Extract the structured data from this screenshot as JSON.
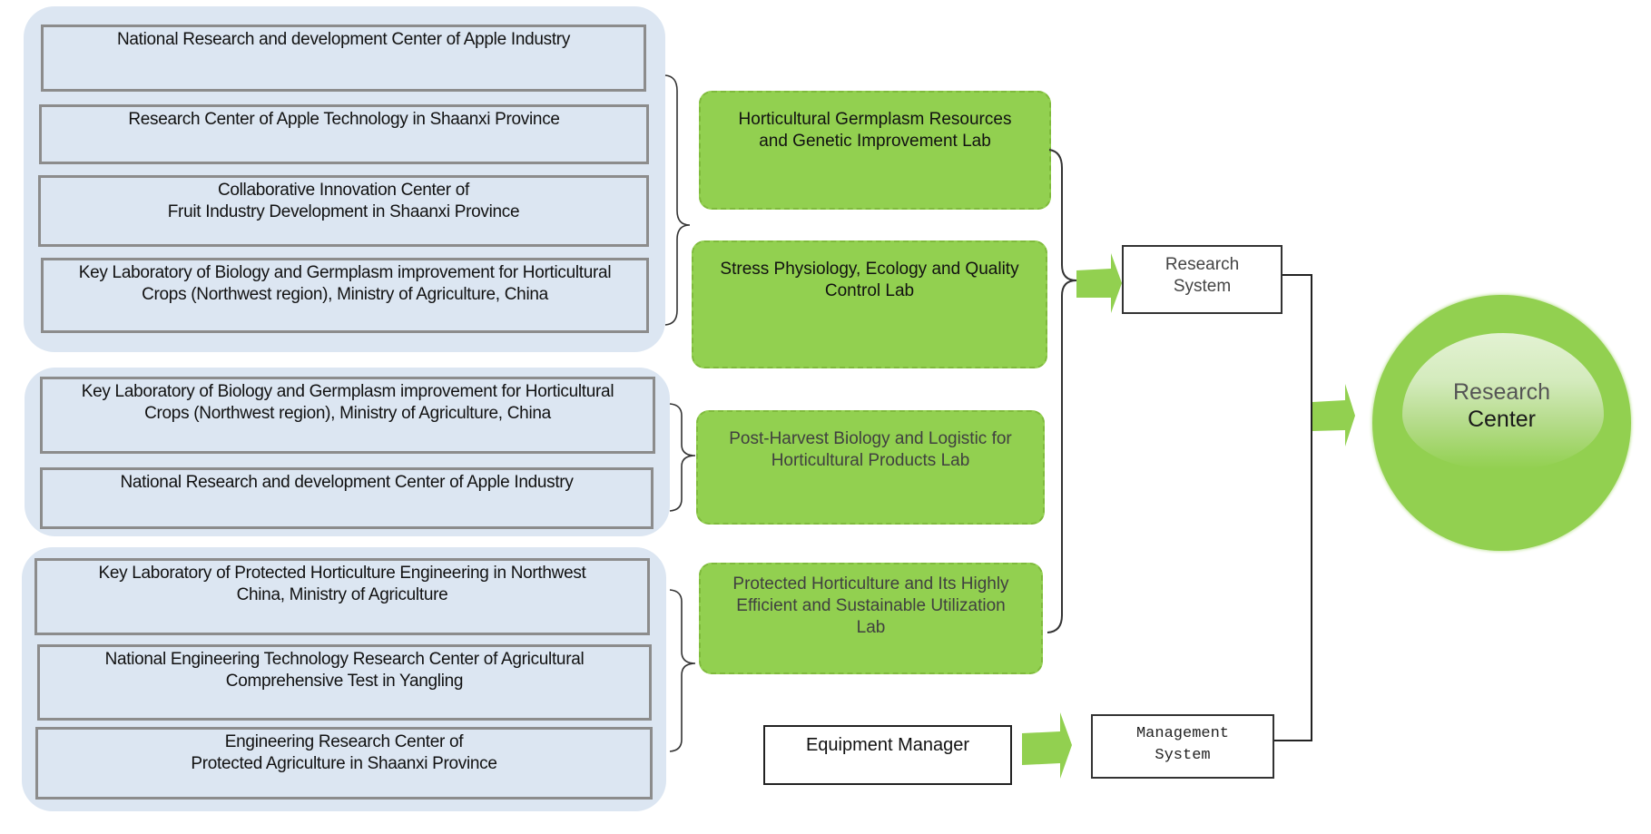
{
  "diagram": {
    "colors": {
      "panel_bg": "#dce6f2",
      "lab_green": "#92d050",
      "box_border": "#8c8c8c"
    },
    "institution_groups": [
      {
        "name": "group-1",
        "items": [
          "National Research and development Center of Apple Industry",
          "Research Center of Apple Technology in Shaanxi Province",
          "Collaborative Innovation Center of\nFruit Industry Development in Shaanxi Province",
          "Key Laboratory of Biology and Germplasm improvement for Horticultural\nCrops (Northwest region), Ministry of Agriculture, China"
        ]
      },
      {
        "name": "group-2",
        "items": [
          "Key Laboratory of Biology and Germplasm improvement for Horticultural\nCrops (Northwest region), Ministry of Agriculture, China",
          "National Research and development Center of Apple Industry"
        ]
      },
      {
        "name": "group-3",
        "items": [
          "Key Laboratory of Protected Horticulture Engineering in Northwest\nChina, Ministry of Agriculture",
          "National Engineering Technology Research Center of Agricultural\nComprehensive Test in Yangling",
          "Engineering Research Center of\nProtected Agriculture in Shaanxi Province"
        ]
      }
    ],
    "labs": [
      "Horticultural Germplasm Resources\nand Genetic Improvement  Lab",
      "Stress Physiology, Ecology and Quality\nControl Lab",
      "Post-Harvest Biology and Logistic for\nHorticultural Products Lab",
      "Protected Horticulture and Its Highly\nEfficient and Sustainable  Utilization\nLab"
    ],
    "research_system": "Research\nSystem",
    "equipment_manager": "Equipment Manager",
    "management_system": "Management\nSystem",
    "research_center": {
      "line1": "Research",
      "line2": "Center"
    }
  }
}
